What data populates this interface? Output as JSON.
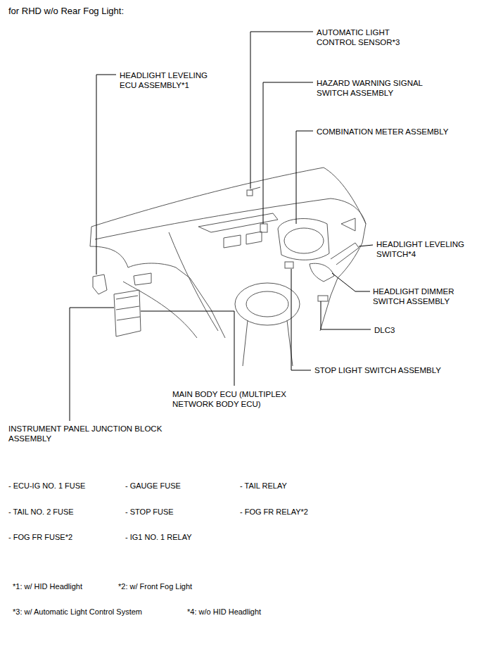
{
  "diagram": {
    "title": "for RHD w/o Rear Fog Light:",
    "labels": [
      "AUTOMATIC LIGHT CONTROL SENSOR*3",
      "HEADLIGHT LEVELING ECU ASSEMBLY*1",
      "HAZARD WARNING SIGNAL SWITCH ASSEMBLY",
      "COMBINATION METER ASSEMBLY",
      "HEADLIGHT LEVELING SWITCH*4",
      "HEADLIGHT DIMMER SWITCH ASSEMBLY",
      "DLC3",
      "STOP LIGHT SWITCH ASSEMBLY",
      "MAIN BODY ECU (MULTIPLEX NETWORK BODY ECU)",
      "INSTRUMENT PANEL JUNCTION BLOCK ASSEMBLY",
      "- ECU-IG NO. 1 FUSE",
      "- GAUGE FUSE",
      "- TAIL RELAY",
      "- TAIL NO. 2 FUSE",
      "- STOP FUSE",
      "- FOG FR RELAY*2",
      "- FOG FR FUSE*2",
      "- IG1 NO. 1 RELAY",
      "*1: w/ HID Headlight",
      "*2: w/ Front Fog Light",
      "*3: w/ Automatic Light Control System",
      "*4: w/o HID Headlight"
    ]
  }
}
